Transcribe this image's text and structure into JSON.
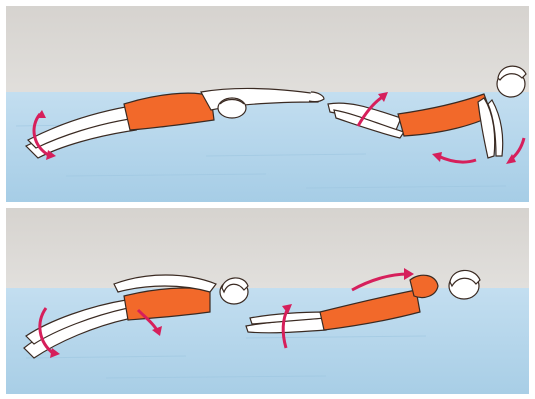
{
  "image": {
    "description_kind": "illustration",
    "panels": [
      {
        "figures": [
          {
            "pose": "glide-arms-extended",
            "arrow": "hip-rotation",
            "swimsuit_color": "#f2692a"
          },
          {
            "pose": "breath-head-raised-cap",
            "arrows": [
              "legs-up",
              "arms-sweep"
            ],
            "swimsuit_color": "#f2692a"
          }
        ]
      },
      {
        "figures": [
          {
            "pose": "arms-recovery-forward",
            "arrows": [
              "foot-down",
              "hip-rotation"
            ],
            "swimsuit_color": "#f2692a"
          },
          {
            "pose": "dolphin-kick-body-wave",
            "arrows": [
              "legs-up",
              "arms-over"
            ],
            "swimsuit_color": "#f2692a"
          }
        ]
      }
    ],
    "colors": {
      "sky": "#d9d6d2",
      "water": "#bcdbee",
      "water_deep": "#a9cfe6",
      "swimsuit": "#f2692a",
      "skin": "#ffffff",
      "outline": "#3a2a22",
      "arrow": "#d61f5b"
    }
  }
}
